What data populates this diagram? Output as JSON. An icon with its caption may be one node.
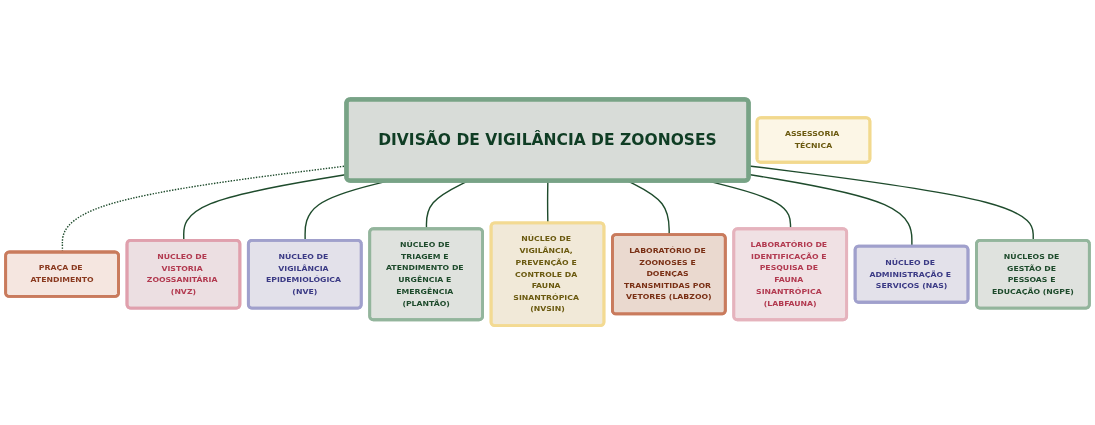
{
  "diagram": {
    "nodes": [
      {
        "text": [
          "DIVISÃO DE VIGILÂNCIA DE ZOONOSES"
        ]
      },
      {
        "text": [
          "ASSESSORIA TÉCNICA"
        ]
      },
      {
        "text": [
          "PRAÇA DE ATENDIMENTO"
        ]
      },
      {
        "text": [
          "NÚCLEO DE VISTORIA ZOOSSANITÁRIA (NVZ)"
        ]
      },
      {
        "text": [
          "NÚCLEO DE VIGILÂNCIA EPIDEMIOLÓGICA (NVE)"
        ]
      },
      {
        "text": [
          "NÚCLEO DE TRIAGEM E ATENDIMENTO DE URGÊNCIA E EMERGÊNCIA (PLANTÃO)"
        ]
      },
      {
        "text": [
          "NÚCLEO DE VIGILÂNCIA, PREVENÇÃO E CONTROLE DA FAUNA SINANTRÓPICA (NVSIN)"
        ]
      },
      {
        "text": [
          "LABORATÓRIO DE ZOONOSES E DOENÇAS TRANSMITIDAS POR VETORES (LABZOO)"
        ]
      },
      {
        "text": [
          "LABORATÓRIO DE IDENTIFICAÇÃO E PESQUISA DE FAUNA SINANTRÓPICA (LABFAUNA)"
        ]
      },
      {
        "text": [
          "NÚCLEO DE ADMINISTRAÇÃO E SERVIÇOS (NAS)"
        ]
      },
      {
        "text": [
          "NÚCLEOS DE GESTÃO DE PESSOAS E EDUCAÇÃO (NGPE)"
        ]
      }
    ],
    "edges": [
      {
        "from": 0,
        "to": 2,
        "arrow": "none",
        "style": "dashed"
      },
      {
        "from": 0,
        "to": 3,
        "arrow": "none"
      },
      {
        "from": 0,
        "to": 4,
        "arrow": "none"
      },
      {
        "from": 0,
        "to": 5,
        "arrow": "none"
      },
      {
        "from": 0,
        "to": 6,
        "arrow": "none"
      },
      {
        "from": 0,
        "to": 7,
        "arrow": "none"
      },
      {
        "from": 0,
        "to": 8,
        "arrow": "none"
      },
      {
        "from": 0,
        "to": 9,
        "arrow": "none"
      },
      {
        "from": 0,
        "to": 10,
        "arrow": "none"
      }
    ]
  }
}
